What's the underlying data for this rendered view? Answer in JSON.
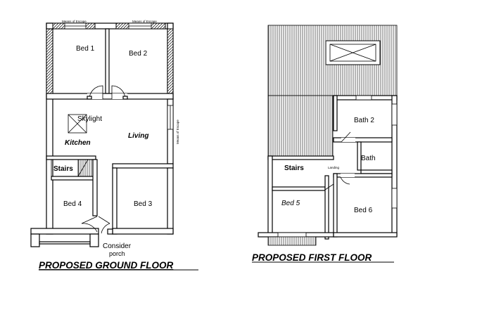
{
  "ground_floor": {
    "title": "PROPOSED GROUND FLOOR",
    "rooms": {
      "bed1": "Bed 1",
      "bed2": "Bed 2",
      "skylight": "Skylight",
      "kitchen": "Kitchen",
      "living": "Living",
      "stairs": "Stairs",
      "bed4": "Bed 4",
      "bed3": "Bed 3"
    },
    "means_of_escape_1": "Means of Escape",
    "means_of_escape_2": "Means of Escape",
    "means_of_escape_3": "Means of Escape",
    "porch_note_line1": "Consider",
    "porch_note_line2": "porch"
  },
  "first_floor": {
    "title": "PROPOSED FIRST FLOOR",
    "rooms": {
      "bath2": "Bath 2",
      "bath": "Bath",
      "stairs": "Stairs",
      "landing": "Landing",
      "bed5": "Bed 5",
      "bed6": "Bed 6"
    }
  },
  "colors": {
    "line": "#000000",
    "hatch": "#6e6e6e",
    "background": "#ffffff"
  }
}
